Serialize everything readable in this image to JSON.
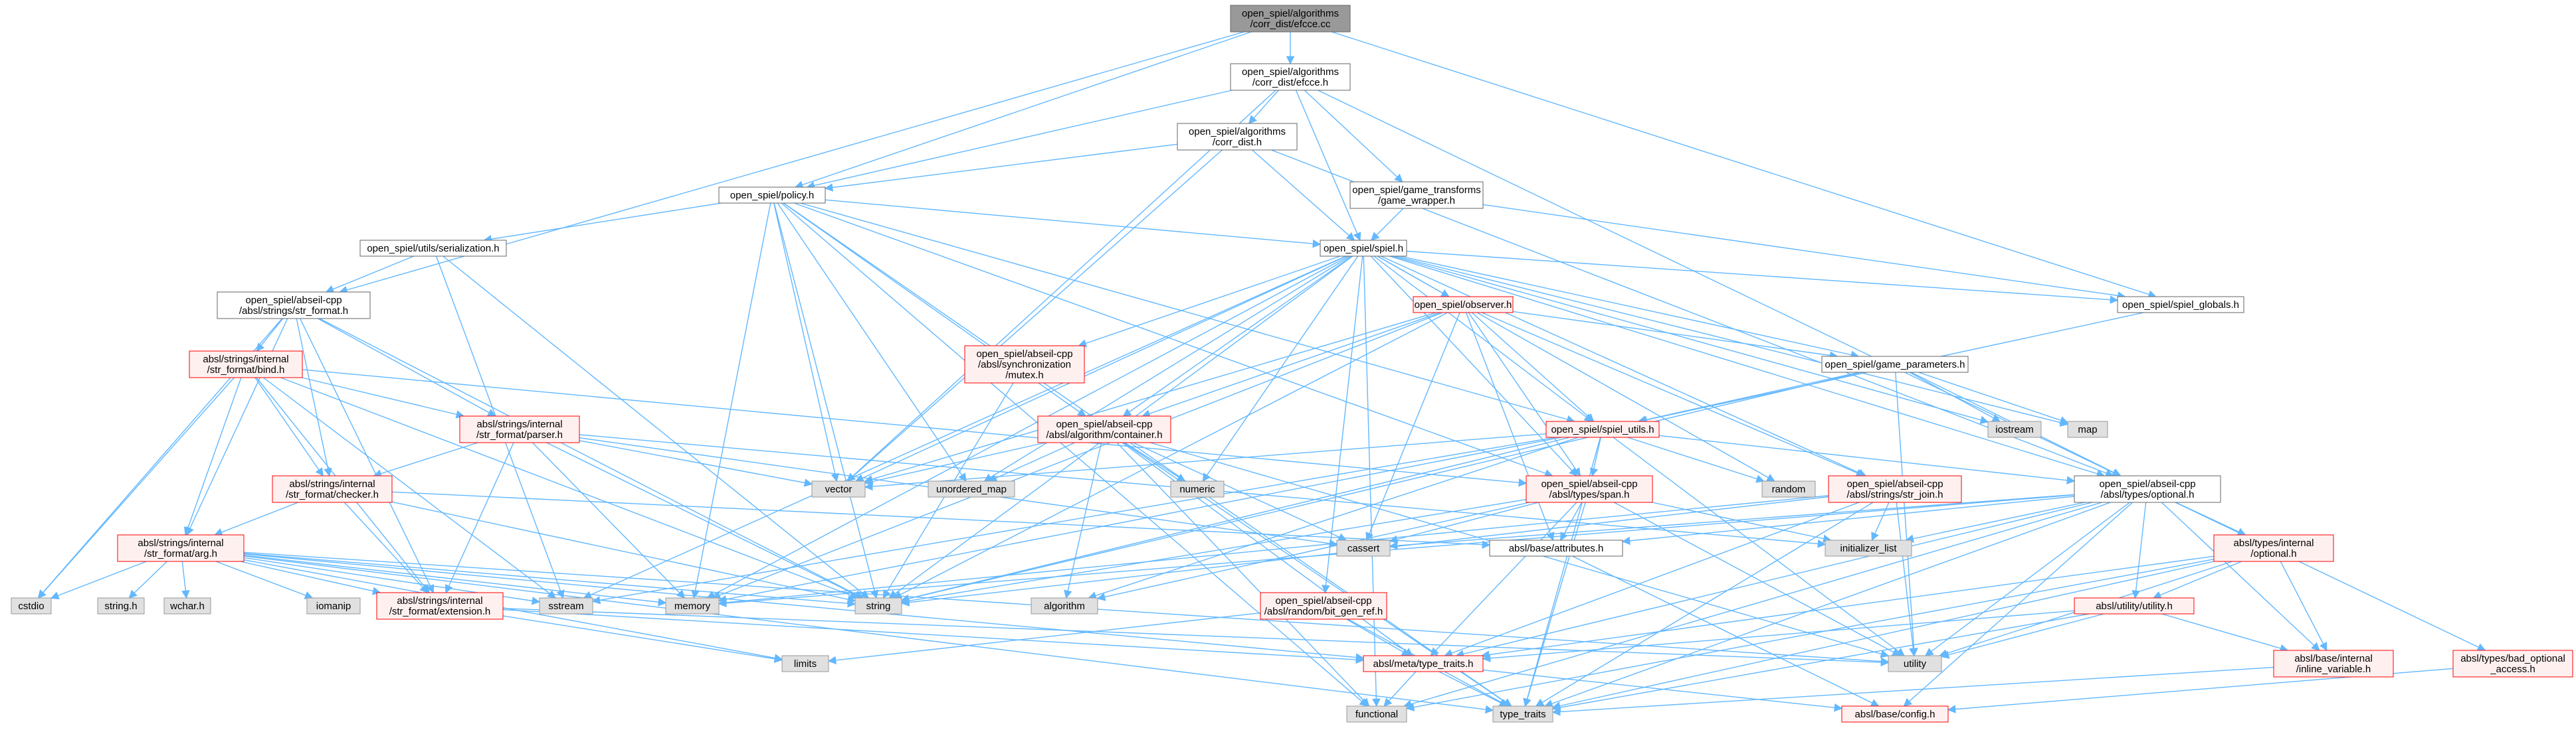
{
  "colors": {
    "edge": "#63b8ff",
    "border_black": "#666666",
    "border_red": "#ff0000",
    "fill_white": "#ffffff",
    "fill_gray": "#e0e0e0",
    "fill_root": "#999999",
    "fill_red": "#fff0f0"
  },
  "nodes": {
    "root": {
      "lines": [
        "open_spiel/algorithms",
        "/corr_dist/efcce.cc"
      ]
    },
    "efcce_h": {
      "lines": [
        "open_spiel/algorithms",
        "/corr_dist/efcce.h"
      ]
    },
    "corr_dist_h": {
      "lines": [
        "open_spiel/algorithms",
        "/corr_dist.h"
      ]
    },
    "game_wrapper_h": {
      "lines": [
        "open_spiel/game_transforms",
        "/game_wrapper.h"
      ]
    },
    "policy_h": {
      "lines": [
        "open_spiel/policy.h"
      ]
    },
    "serialization_h": {
      "lines": [
        "open_spiel/utils/serialization.h"
      ]
    },
    "spiel_h": {
      "lines": [
        "open_spiel/spiel.h"
      ]
    },
    "str_format_h": {
      "lines": [
        "open_spiel/abseil-cpp",
        "/absl/strings/str_format.h"
      ]
    },
    "observer_h": {
      "lines": [
        "open_spiel/observer.h"
      ]
    },
    "spiel_globals_h": {
      "lines": [
        "open_spiel/spiel_globals.h"
      ]
    },
    "bind_h": {
      "lines": [
        "absl/strings/internal",
        "/str_format/bind.h"
      ]
    },
    "mutex_h": {
      "lines": [
        "open_spiel/abseil-cpp",
        "/absl/synchronization",
        "/mutex.h"
      ]
    },
    "game_parameters_h": {
      "lines": [
        "open_spiel/game_parameters.h"
      ]
    },
    "parser_h": {
      "lines": [
        "absl/strings/internal",
        "/str_format/parser.h"
      ]
    },
    "container_h": {
      "lines": [
        "open_spiel/abseil-cpp",
        "/absl/algorithm/container.h"
      ]
    },
    "spiel_utils_h": {
      "lines": [
        "open_spiel/spiel_utils.h"
      ]
    },
    "iostream": {
      "lines": [
        "iostream"
      ]
    },
    "map": {
      "lines": [
        "map"
      ]
    },
    "checker_h": {
      "lines": [
        "absl/strings/internal",
        "/str_format/checker.h"
      ]
    },
    "vector": {
      "lines": [
        "vector"
      ]
    },
    "unordered_map": {
      "lines": [
        "unordered_map"
      ]
    },
    "numeric": {
      "lines": [
        "numeric"
      ]
    },
    "span_h": {
      "lines": [
        "open_spiel/abseil-cpp",
        "/absl/types/span.h"
      ]
    },
    "random": {
      "lines": [
        "random"
      ]
    },
    "str_join_h": {
      "lines": [
        "open_spiel/abseil-cpp",
        "/absl/strings/str_join.h"
      ]
    },
    "optional_h": {
      "lines": [
        "open_spiel/abseil-cpp",
        "/absl/types/optional.h"
      ]
    },
    "arg_h": {
      "lines": [
        "absl/strings/internal",
        "/str_format/arg.h"
      ]
    },
    "cassert": {
      "lines": [
        "cassert"
      ]
    },
    "attributes_h": {
      "lines": [
        "absl/base/attributes.h"
      ]
    },
    "initializer_list": {
      "lines": [
        "initializer_list"
      ]
    },
    "internal_optional_h": {
      "lines": [
        "absl/types/internal",
        "/optional.h"
      ]
    },
    "cstdio": {
      "lines": [
        "cstdio"
      ]
    },
    "string_h": {
      "lines": [
        "string.h"
      ]
    },
    "wchar_h": {
      "lines": [
        "wchar.h"
      ]
    },
    "iomanip": {
      "lines": [
        "iomanip"
      ]
    },
    "extension_h": {
      "lines": [
        "absl/strings/internal",
        "/str_format/extension.h"
      ]
    },
    "sstream": {
      "lines": [
        "sstream"
      ]
    },
    "memory": {
      "lines": [
        "memory"
      ]
    },
    "string": {
      "lines": [
        "string"
      ]
    },
    "algorithm": {
      "lines": [
        "algorithm"
      ]
    },
    "bit_gen_ref_h": {
      "lines": [
        "open_spiel/abseil-cpp",
        "/absl/random/bit_gen_ref.h"
      ]
    },
    "utility_utility_h": {
      "lines": [
        "absl/utility/utility.h"
      ]
    },
    "limits": {
      "lines": [
        "limits"
      ]
    },
    "type_traits_h": {
      "lines": [
        "absl/meta/type_traits.h"
      ]
    },
    "utility": {
      "lines": [
        "utility"
      ]
    },
    "inline_variable_h": {
      "lines": [
        "absl/base/internal",
        "/inline_variable.h"
      ]
    },
    "bad_optional_access_h": {
      "lines": [
        "absl/types/bad_optional",
        "_access.h"
      ]
    },
    "functional": {
      "lines": [
        "functional"
      ]
    },
    "type_traits": {
      "lines": [
        "type_traits"
      ]
    },
    "config_h": {
      "lines": [
        "absl/base/config.h"
      ]
    }
  }
}
